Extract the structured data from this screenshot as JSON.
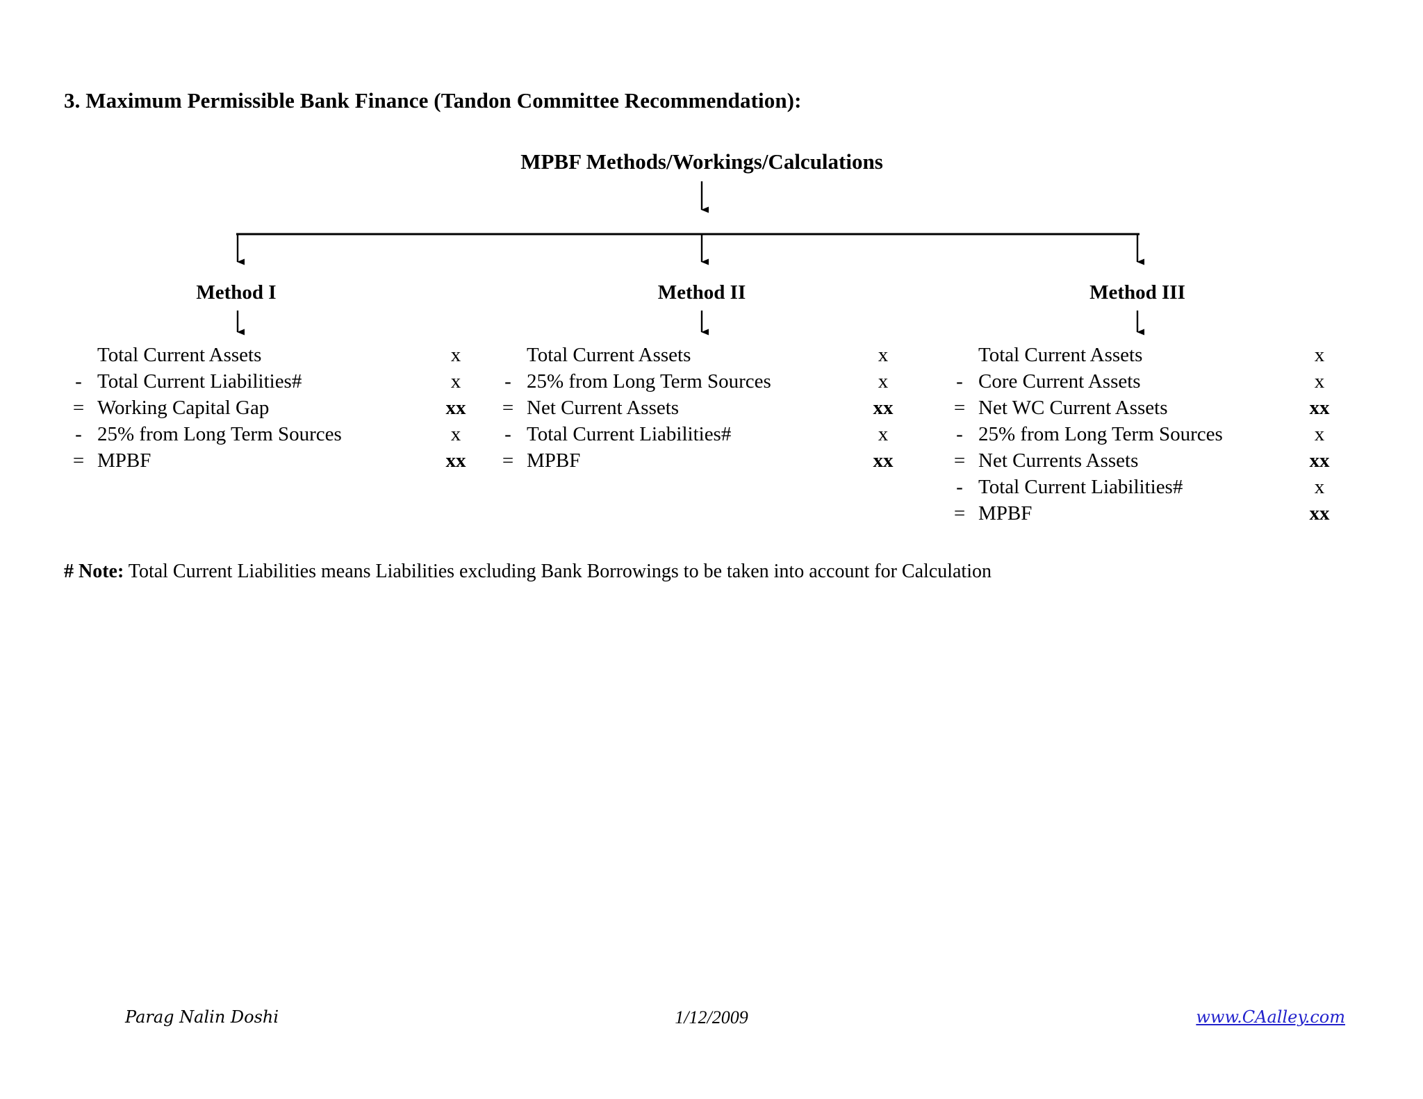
{
  "page": {
    "title": "3. Maximum Permissible Bank Finance (Tandon Committee Recommendation):"
  },
  "diagram": {
    "root_label": "MPBF Methods/Workings/Calculations",
    "methods": [
      {
        "heading": "Method I",
        "rows": [
          {
            "op": "",
            "label": "Total Current Assets",
            "value": "x",
            "bold": false
          },
          {
            "op": "-",
            "label": "Total Current Liabilities#",
            "value": "x",
            "bold": false
          },
          {
            "op": "=",
            "label": "Working Capital Gap",
            "value": "xx",
            "bold": true
          },
          {
            "op": "-",
            "label": "25% from Long Term Sources",
            "value": "x",
            "bold": false
          },
          {
            "op": "=",
            "label": "MPBF",
            "value": "xx",
            "bold": true
          }
        ]
      },
      {
        "heading": "Method II",
        "rows": [
          {
            "op": "",
            "label": "Total Current Assets",
            "value": "x",
            "bold": false
          },
          {
            "op": "-",
            "label": "25% from Long Term Sources",
            "value": "x",
            "bold": false
          },
          {
            "op": "=",
            "label": "Net Current Assets",
            "value": "xx",
            "bold": true
          },
          {
            "op": "-",
            "label": "Total Current Liabilities#",
            "value": "x",
            "bold": false
          },
          {
            "op": "=",
            "label": "MPBF",
            "value": "xx",
            "bold": true
          }
        ]
      },
      {
        "heading": "Method III",
        "rows": [
          {
            "op": "",
            "label": "Total Current Assets",
            "value": "x",
            "bold": false
          },
          {
            "op": "-",
            "label": "Core Current Assets",
            "value": "x",
            "bold": false
          },
          {
            "op": "=",
            "label": "Net WC Current Assets",
            "value": "xx",
            "bold": true
          },
          {
            "op": "-",
            "label": "25% from Long Term Sources",
            "value": "x",
            "bold": false
          },
          {
            "op": "=",
            "label": "Net Currents Assets",
            "value": "xx",
            "bold": true
          },
          {
            "op": "-",
            "label": "Total Current Liabilities#",
            "value": "x",
            "bold": false
          },
          {
            "op": "=",
            "label": "MPBF",
            "value": "xx",
            "bold": true
          }
        ]
      }
    ]
  },
  "note": {
    "marker": "# Note:",
    "text": " Total Current Liabilities means Liabilities excluding Bank Borrowings to be taken into account for Calculation"
  },
  "footer": {
    "author": "Parag Nalin Doshi",
    "date": "1/12/2009",
    "link": "www.CAalley.com",
    "link_color": "#2222cc"
  }
}
